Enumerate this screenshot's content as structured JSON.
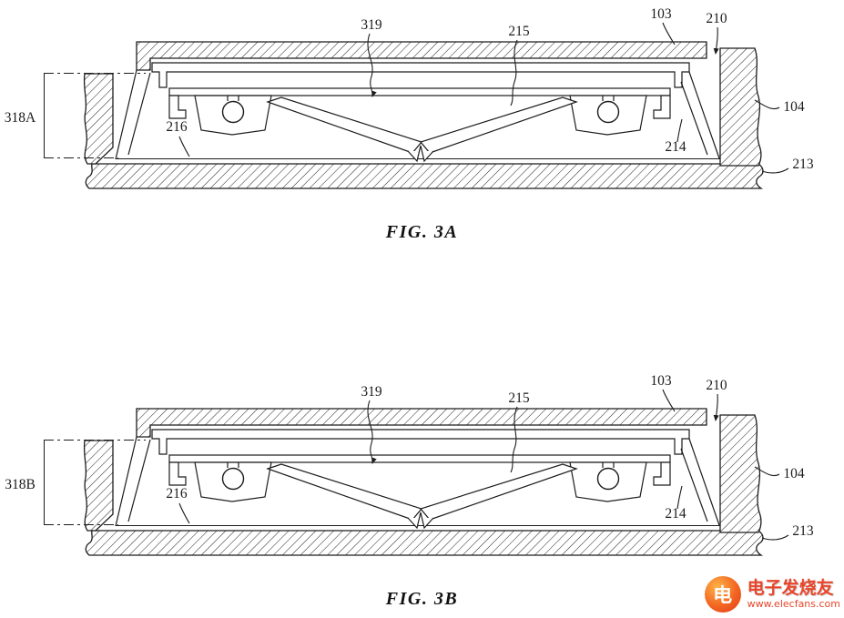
{
  "figures": [
    {
      "caption": "FIG. 3A",
      "labels": {
        "l319": "319",
        "l215": "215",
        "l103": "103",
        "l210": "210",
        "l318": "318A",
        "l104": "104",
        "l216": "216",
        "l214": "214",
        "l213": "213"
      }
    },
    {
      "caption": "FIG. 3B",
      "labels": {
        "l319": "319",
        "l215": "215",
        "l103": "103",
        "l210": "210",
        "l318": "318B",
        "l104": "104",
        "l216": "216",
        "l214": "214",
        "l213": "213"
      }
    }
  ],
  "watermark": {
    "icon_glyph": "电",
    "brand": "电子发烧友",
    "url": "www.elecfans.com"
  }
}
